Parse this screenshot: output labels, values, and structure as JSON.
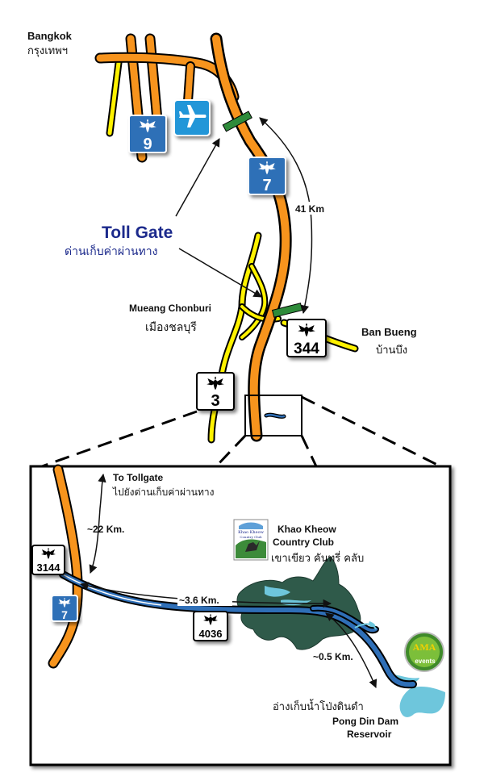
{
  "upper_map": {
    "bangkok_en": "Bangkok",
    "bangkok_th": "กรุงเทพฯ",
    "toll_gate_en": "Toll Gate",
    "toll_gate_th": "ด่านเก็บค่าผ่านทาง",
    "distance_41": "41 Km",
    "chonburi_en": "Mueang Chonburi",
    "chonburi_th": "เมืองชลบุรี",
    "ban_bueng_en": "Ban Bueng",
    "ban_bueng_th": "บ้านบึง",
    "route_9": "9",
    "route_7": "7",
    "route_344": "344",
    "route_3": "3"
  },
  "inset_map": {
    "to_tollgate_en": "To Tollgate",
    "to_tollgate_th": "ไปยังด่านเก็บค่าผ่านทาง",
    "distance_22": "~22 Km.",
    "distance_3_6": "~3.6 Km.",
    "distance_0_5": "~0.5 Km.",
    "route_3144": "3144",
    "route_7": "7",
    "route_4036": "4036",
    "club_en_line1": "Khao Kheow",
    "club_en_line2": "Country Club",
    "club_th": "เขาเขียว คันทรี่ คลับ",
    "club_logo_text_1": "Khao Kheow",
    "club_logo_text_2": "Country Club",
    "reservoir_th": "อ่างเก็บน้ำโป่งดินดำ",
    "reservoir_en_line1": "Pong Din Dam",
    "reservoir_en_line2": "Reservoir",
    "ama_logo_text": "AMA",
    "ama_logo_sub": "events"
  },
  "colors": {
    "highway": "#f7941d",
    "road_yellow": "#fff200",
    "toll_bar": "#2e8b3a",
    "shield_blue": "#2f6fb7",
    "airport_blue": "#2196d8",
    "toll_title": "#1c2a8c",
    "water": "#6ec6dc",
    "forest": "#2f5a4a"
  },
  "icons": [
    "airport-icon",
    "garuda-icon"
  ]
}
